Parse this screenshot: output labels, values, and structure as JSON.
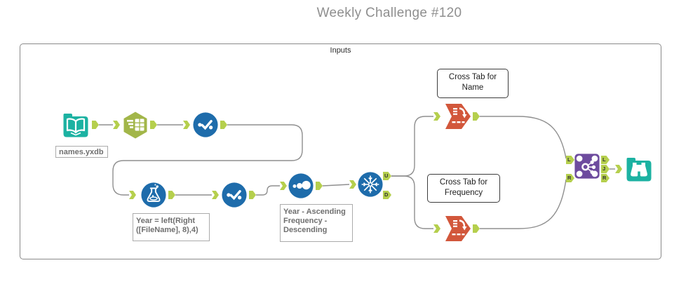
{
  "title": "Weekly Challenge #120",
  "container": {
    "label": "Inputs"
  },
  "tools": {
    "input_data": {
      "annotation": "names.yxdb"
    },
    "formula": {
      "annotation_lines": [
        "Year = left(Right",
        "([FileName], 8),4)"
      ]
    },
    "sort": {
      "annotation_lines": [
        "Year - Ascending",
        "Frequency -",
        "Descending"
      ]
    },
    "unique": {
      "outputs": {
        "u": "U",
        "d": "D"
      }
    },
    "join": {
      "inputs": {
        "l": "L",
        "r": "R"
      },
      "outputs": {
        "l": "L",
        "j": "J",
        "r": "R"
      }
    }
  },
  "comments": {
    "cross_tab_name": {
      "lines": [
        "Cross Tab for",
        "Name"
      ]
    },
    "cross_tab_frequency": {
      "lines": [
        "Cross Tab for",
        "Frequency"
      ]
    }
  },
  "colors": {
    "teal": "#1cb2a2",
    "olive": "#a2b649",
    "blue": "#1e6cab",
    "orange": "#d2573b",
    "purple": "#6d4b9e",
    "anchor_green": "#b5cf4d",
    "wire_gray": "#8f8f8f"
  }
}
